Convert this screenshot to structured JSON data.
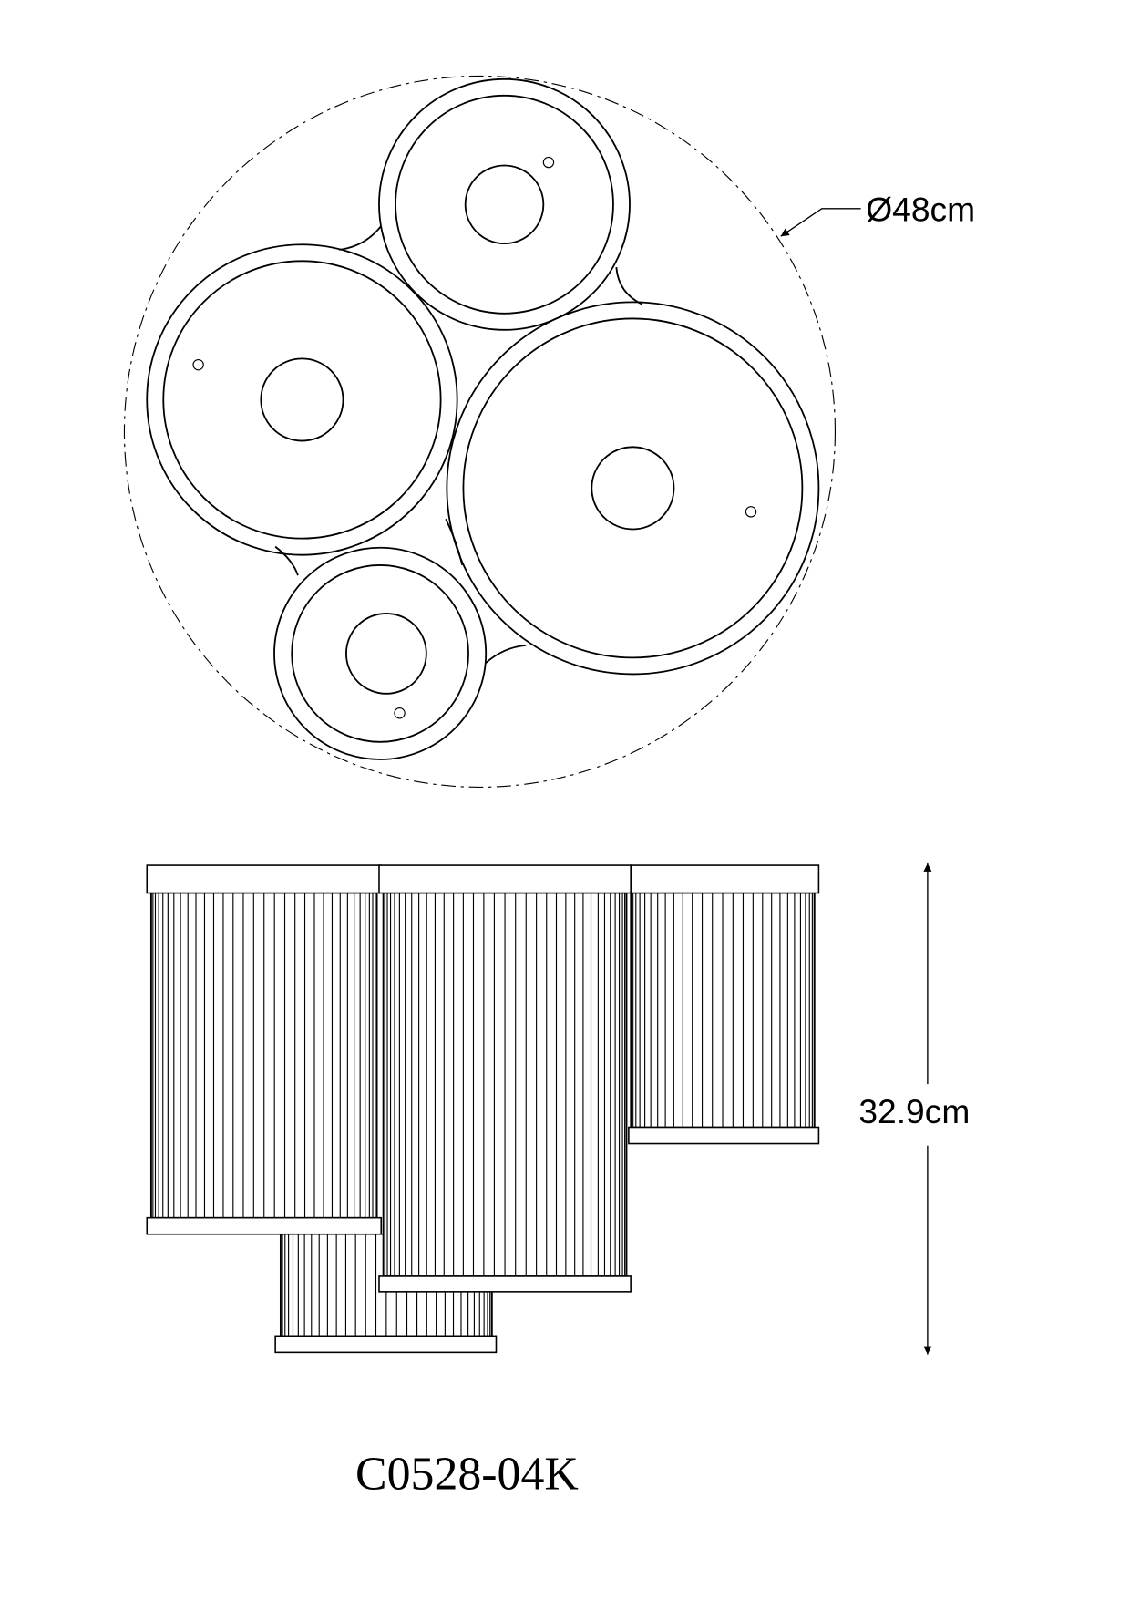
{
  "drawing": {
    "diameter_label": "Ø48cm",
    "height_label": "32.9cm",
    "model_code": "C0528-04K",
    "line_color": "#000000",
    "background": "#ffffff"
  }
}
